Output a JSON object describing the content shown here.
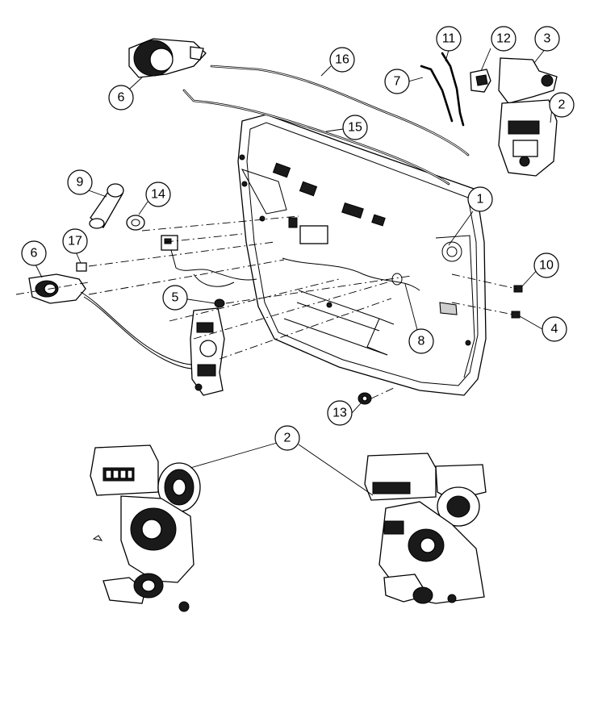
{
  "callouts": {
    "c1": "1",
    "c2a": "2",
    "c2b": "2",
    "c3": "3",
    "c4": "4",
    "c5": "5",
    "c6a": "6",
    "c6b": "6",
    "c7": "7",
    "c8": "8",
    "c9": "9",
    "c10": "10",
    "c11": "11",
    "c12": "12",
    "c13": "13",
    "c14": "14",
    "c15": "15",
    "c16": "16",
    "c17": "17"
  },
  "colors": {
    "line": "#000000",
    "background": "#ffffff"
  }
}
